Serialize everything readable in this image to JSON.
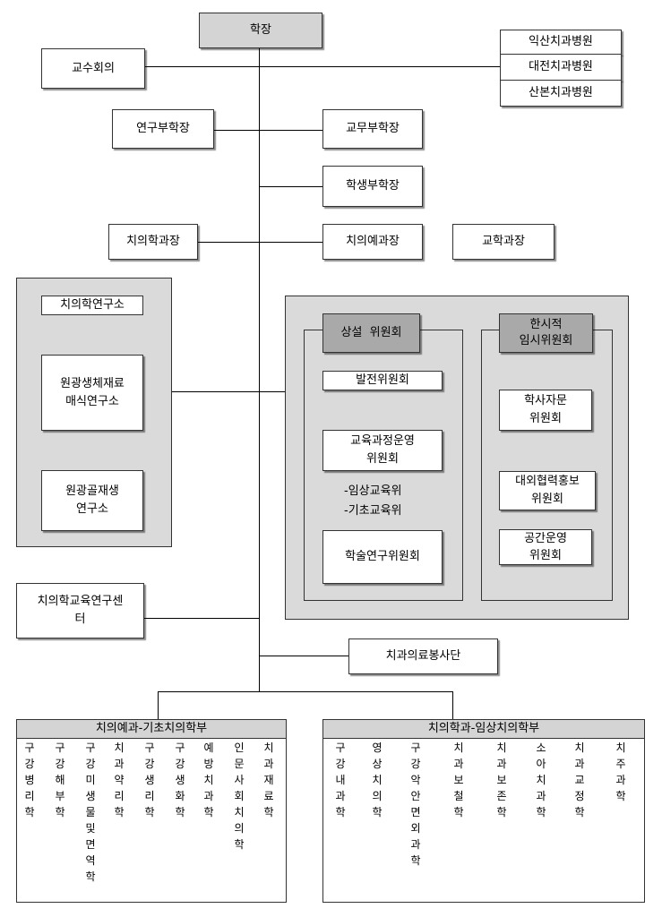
{
  "top": {
    "president": "학장",
    "faculty_council": "교수회의"
  },
  "hospitals": [
    "익산치과병원",
    "대전치과병원",
    "산본치과병원"
  ],
  "vice_deans": {
    "research": "연구부학장",
    "academic": "교무부학장",
    "student": "학생부학장"
  },
  "directors": {
    "dentistry": "치의학과장",
    "predental": "치의예과장",
    "academic_affairs": "교학과장"
  },
  "institute": {
    "title": "치의학연구소",
    "sub1": "원광생체재료\n매식연구소",
    "sub2": "원광골재생\n연구소"
  },
  "committees": {
    "standing_title": "상설  위원회",
    "standing": {
      "development": "발전위원회",
      "curriculum": "교육과정운영\n위원회",
      "clinical_note": "-임상교육위",
      "basic_note": "-기초교육위",
      "academic_research": "학술연구위원회"
    },
    "temporary_title": "한시적\n임시위원회",
    "temporary": [
      "학사자문\n위원회",
      "대외협력홍보\n위원회",
      "공간운영\n위원회"
    ]
  },
  "education_center": "치의학교육연구센\n터",
  "volunteer_group": "치과의료봉사단",
  "predental_division": {
    "title": "치의예과-기초치의학부",
    "departments": [
      "구강병리학",
      "구강해부학",
      "구강미생물및면역학",
      "치과약리학",
      "구강생리학",
      "구강생화학",
      "예방치과학",
      "인문사회치의학",
      "치과재료학"
    ]
  },
  "dental_division": {
    "title": "치의학과-임상치의학부",
    "departments": [
      "구강내과학",
      "영상치의학",
      "구강악안면외과학",
      "치과보철학",
      "치과보존학",
      "소아치과학",
      "치과교정학",
      "치주과학"
    ]
  }
}
